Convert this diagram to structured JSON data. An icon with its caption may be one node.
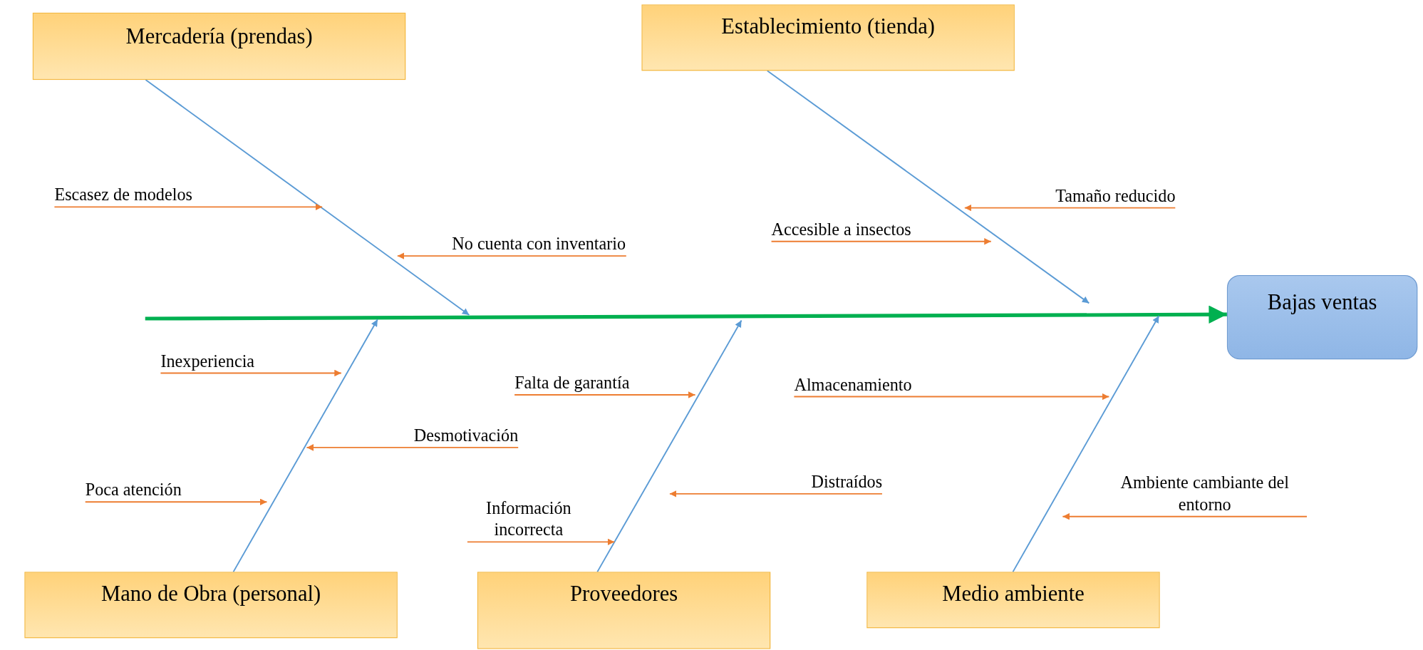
{
  "diagram": {
    "nodes": [
      {
        "text": [
          "Mercadería (prendas)"
        ]
      },
      {
        "text": [
          "Establecimiento (tienda)"
        ]
      },
      {
        "text": [
          "Bajas ventas"
        ]
      },
      {
        "text": [
          "Mano de Obra (personal)"
        ]
      },
      {
        "text": [
          "Proveedores"
        ]
      },
      {
        "text": [
          "Medio ambiente"
        ]
      },
      {
        "text": [
          "Escasez de modelos"
        ]
      },
      {
        "text": [
          "No cuenta con inventario"
        ]
      },
      {
        "text": [
          "Tamaño reducido"
        ]
      },
      {
        "text": [
          "Accesible a insectos"
        ]
      },
      {
        "text": [
          "Inexperiencia"
        ]
      },
      {
        "text": [
          "Desmotivación"
        ]
      },
      {
        "text": [
          "Poca atención"
        ]
      },
      {
        "text": [
          "Falta de garantía"
        ]
      },
      {
        "text": [
          "Información incorrecta"
        ]
      },
      {
        "text": [
          "Distraídos"
        ]
      },
      {
        "text": [
          "Almacenamiento"
        ]
      },
      {
        "text": [
          "Ambiente cambiante del entorno"
        ]
      }
    ],
    "edges": [
      {
        "from": null,
        "to": 2,
        "arrow": "to",
        "color": "#00b050",
        "style": "thick"
      },
      {
        "from": 0,
        "to": null,
        "arrow": "to",
        "color": "#5b9bd5"
      },
      {
        "from": 1,
        "to": null,
        "arrow": "to",
        "color": "#5b9bd5"
      },
      {
        "from": 3,
        "to": null,
        "arrow": "to",
        "color": "#5b9bd5"
      },
      {
        "from": 4,
        "to": null,
        "arrow": "to",
        "color": "#5b9bd5"
      },
      {
        "from": 5,
        "to": null,
        "arrow": "to",
        "color": "#5b9bd5"
      },
      {
        "from": 6,
        "to": null,
        "arrow": "to"
      },
      {
        "from": 7,
        "to": null,
        "arrow": "to"
      },
      {
        "from": 8,
        "to": null,
        "arrow": "to"
      },
      {
        "from": 9,
        "to": null,
        "arrow": "to"
      },
      {
        "from": 10,
        "to": null,
        "arrow": "to"
      },
      {
        "from": 11,
        "to": null,
        "arrow": "to"
      },
      {
        "from": 12,
        "to": null,
        "arrow": "to"
      },
      {
        "from": 13,
        "to": null,
        "arrow": "to"
      },
      {
        "from": 14,
        "to": null,
        "arrow": "to"
      },
      {
        "from": 15,
        "to": null,
        "arrow": "to"
      },
      {
        "from": 16,
        "to": null,
        "arrow": "to"
      },
      {
        "from": 17,
        "to": null,
        "arrow": "to"
      }
    ]
  }
}
